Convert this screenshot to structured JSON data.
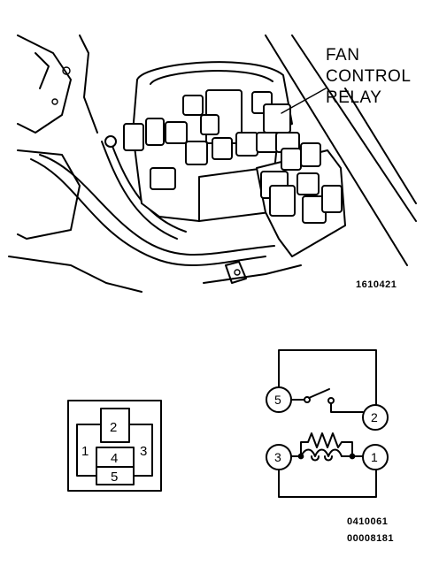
{
  "callout": {
    "line1": "FAN",
    "line2": "CONTROL",
    "line3": "RELAY"
  },
  "codes": {
    "engine_figure": "1610421",
    "schematic_figure": "0410061",
    "document_number": "00008181"
  },
  "connector_pins": {
    "p1": "1",
    "p2": "2",
    "p3": "3",
    "p4": "4",
    "p5": "5"
  },
  "schematic_terminals": {
    "t1": "1",
    "t2": "2",
    "t3": "3",
    "t5": "5"
  }
}
